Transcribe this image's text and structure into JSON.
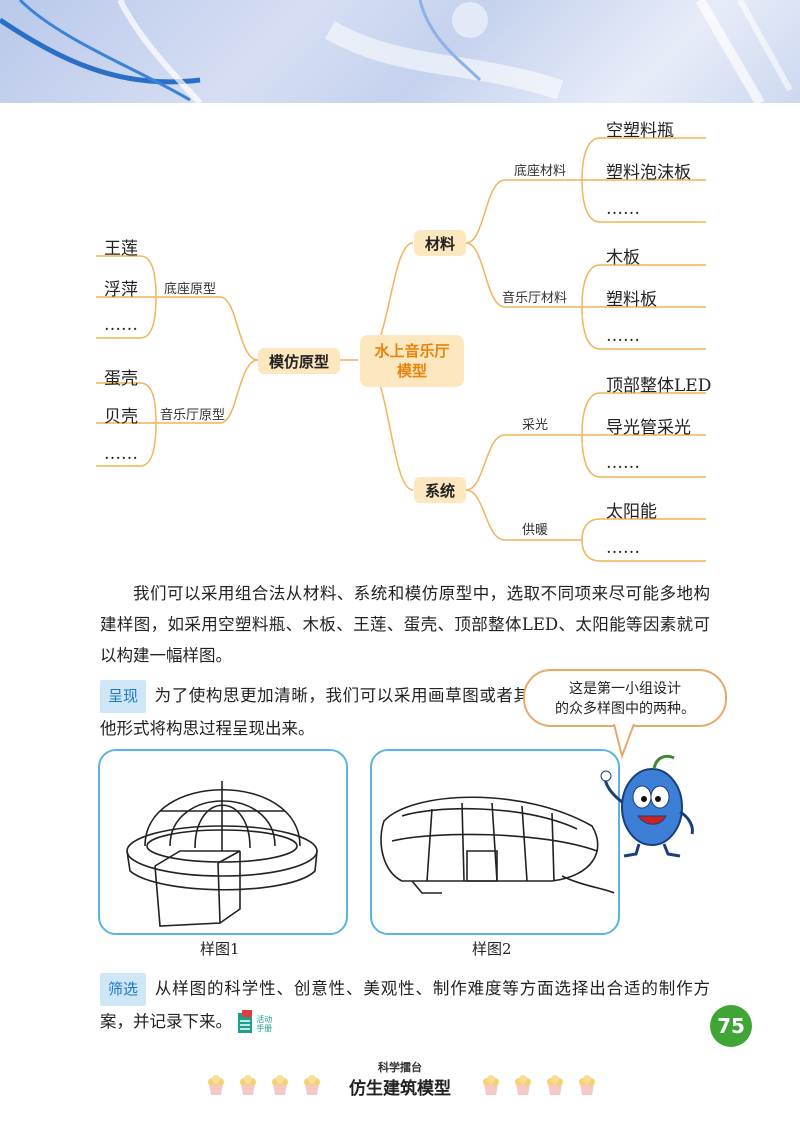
{
  "mindmap": {
    "root": "水上音乐厅模型",
    "branches": {
      "materials": {
        "label": "材料",
        "base_label": "底座材料",
        "base_items": [
          "空塑料瓶",
          "塑料泡沫板",
          "……"
        ],
        "hall_label": "音乐厅材料",
        "hall_items": [
          "木板",
          "塑料板",
          "……"
        ]
      },
      "system": {
        "label": "系统",
        "light_label": "采光",
        "light_items": [
          "顶部整体LED",
          "导光管采光",
          "……"
        ],
        "heat_label": "供暖",
        "heat_items": [
          "太阳能",
          "……"
        ]
      },
      "prototype": {
        "label": "模仿原型",
        "base_label": "底座原型",
        "base_items": [
          "王莲",
          "浮萍",
          "……"
        ],
        "hall_label": "音乐厅原型",
        "hall_items": [
          "蛋壳",
          "贝壳",
          "……"
        ]
      }
    }
  },
  "body": {
    "para1": "我们可以采用组合法从材料、系统和模仿原型中，选取不同项来尽可能多地构建样图，如采用空塑料瓶、木板、王莲、蛋壳、顶部整体LED、太阳能等因素就可以构建一幅样图。",
    "present_tag": "呈现",
    "present_text": "为了使构思更加清晰，我们可以采用画草图或者其他形式将构思过程呈现出来。",
    "bubble_line1": "这是第一小组设计",
    "bubble_line2": "的众多样图中的两种。",
    "caption1": "样图1",
    "caption2": "样图2",
    "select_tag": "筛选",
    "select_text": "从样图的科学性、创意性、美观性、制作难度等方面选择出合适的制作方案，并记录下来。",
    "manual_icon_label": "活动手册"
  },
  "footer": {
    "page_number": "75",
    "series": "科学擂台",
    "title": "仿生建筑模型"
  },
  "colors": {
    "line": "#f2b35a",
    "node_bg": "#fde7bf",
    "root_text": "#e8830c",
    "blue_tag_bg": "#cfe6f7",
    "blue_tag_text": "#1d79c4",
    "sketch_border": "#5ab4e5",
    "page_green": "#3fa535"
  }
}
